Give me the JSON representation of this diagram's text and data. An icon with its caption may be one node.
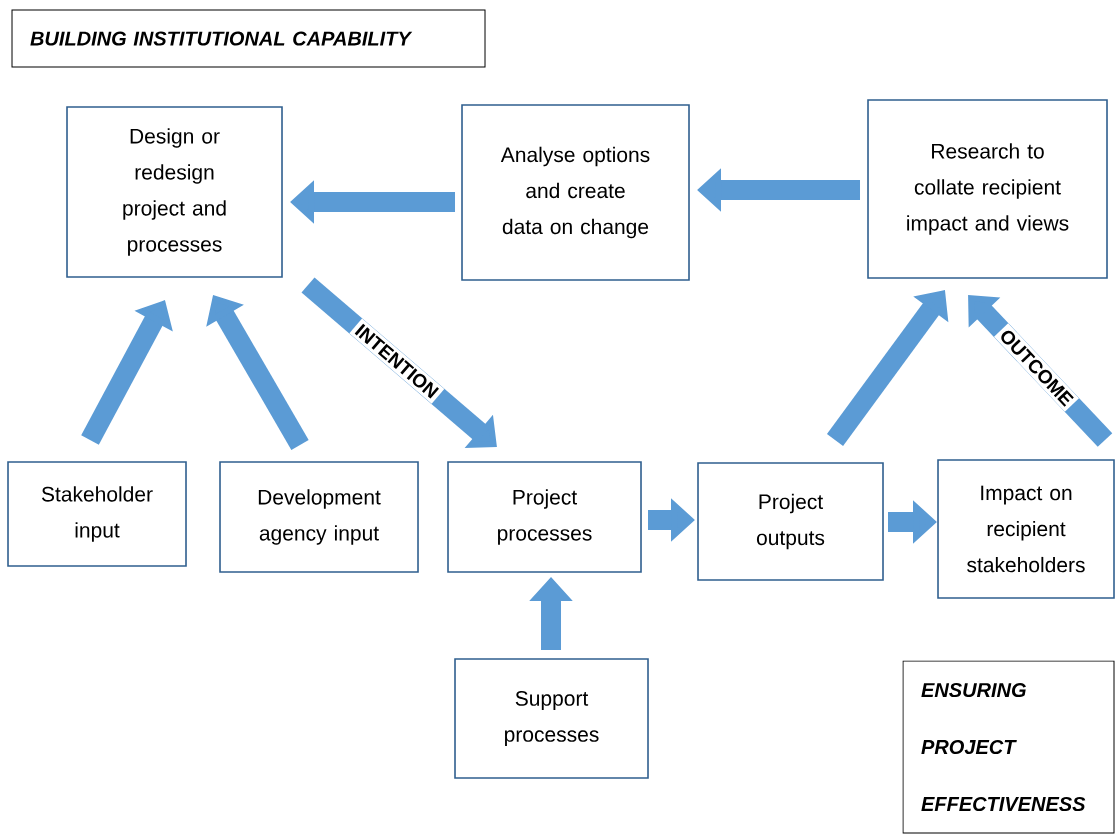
{
  "diagram": {
    "nodes": [
      {
        "text": [
          "BUILDING INSTITUTIONAL CAPABILITY"
        ]
      },
      {
        "text": [
          "Design or redesign project and processes"
        ]
      },
      {
        "text": [
          "Analyse options and create data on change"
        ]
      },
      {
        "text": [
          "Research to collate recipient impact and views"
        ]
      },
      {
        "text": [
          "Stakeholder input"
        ]
      },
      {
        "text": [
          "Development agency input"
        ]
      },
      {
        "text": [
          "Project processes"
        ]
      },
      {
        "text": [
          "Project outputs"
        ]
      },
      {
        "text": [
          "Impact on recipient stakeholders"
        ]
      },
      {
        "text": [
          "Support processes"
        ]
      },
      {
        "text": [
          "ENSURING PROJECT EFFECTIVENESS"
        ]
      }
    ],
    "edges": [
      {
        "from": 2,
        "to": 1,
        "arrow": "to"
      },
      {
        "from": 3,
        "to": 2,
        "arrow": "to"
      },
      {
        "from": 4,
        "to": 1,
        "arrow": "to"
      },
      {
        "from": 5,
        "to": 1,
        "arrow": "to"
      },
      {
        "from": 1,
        "to": 6,
        "arrow": "to",
        "label": "INTENTION"
      },
      {
        "from": 6,
        "to": 7,
        "arrow": "to"
      },
      {
        "from": 7,
        "to": 8,
        "arrow": "to"
      },
      {
        "from": 9,
        "to": 6,
        "arrow": "to"
      },
      {
        "from": 7,
        "to": 3,
        "arrow": "to"
      },
      {
        "from": 8,
        "to": 3,
        "arrow": "to",
        "label": "OUTCOME"
      }
    ]
  }
}
